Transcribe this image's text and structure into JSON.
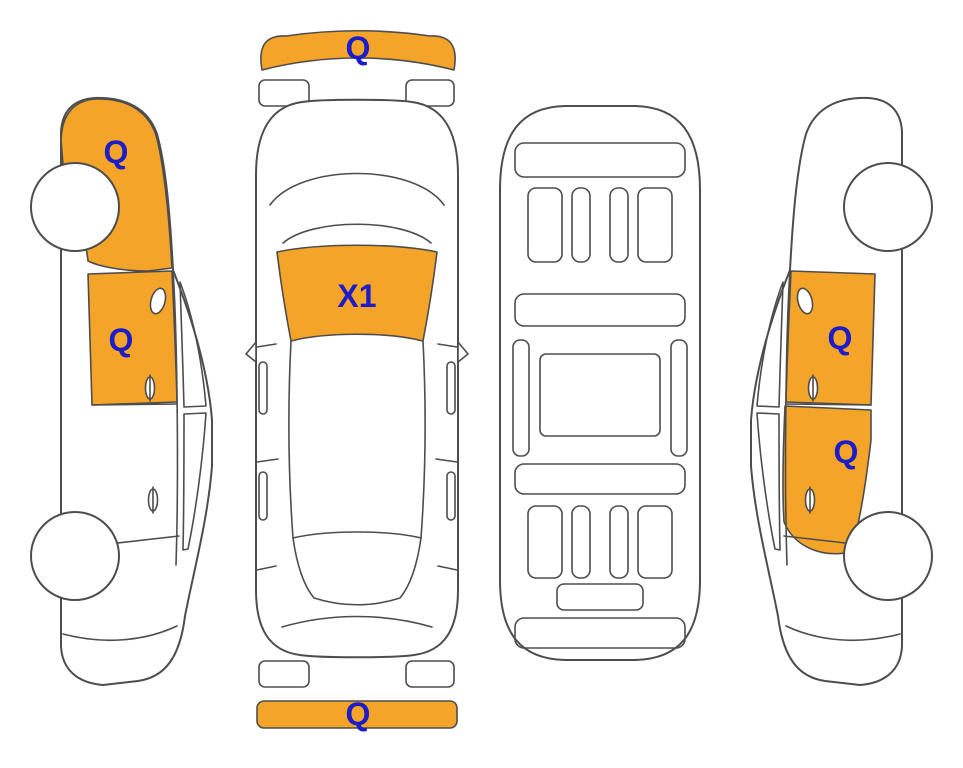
{
  "diagram": {
    "background": "#ffffff",
    "colors": {
      "highlight": "#F5A42A",
      "label_text": "#1C1CC8",
      "outline": "#4D4D4D"
    },
    "views": {
      "left_side": {
        "labels": [
          {
            "code": "Q"
          },
          {
            "code": "Q"
          }
        ]
      },
      "top": {
        "labels": [
          {
            "code": "Q"
          },
          {
            "code": "X1"
          },
          {
            "code": "Q"
          }
        ]
      },
      "underbody": {
        "labels": []
      },
      "right_side": {
        "labels": [
          {
            "code": "Q"
          },
          {
            "code": "Q"
          }
        ]
      }
    }
  }
}
